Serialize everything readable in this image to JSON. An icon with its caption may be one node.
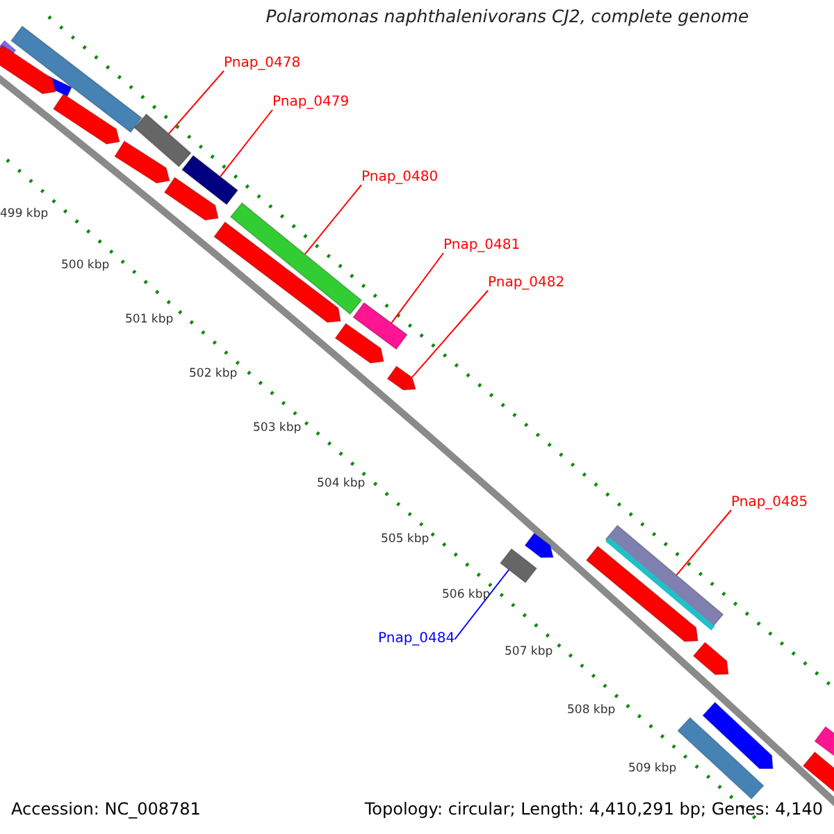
{
  "diagram": {
    "title": "Polaromonas naphthalenivorans CJ2, complete genome",
    "nodes": [
      {
        "text": [
          "Pnap_0478"
        ]
      },
      {
        "text": [],
        "shape": "bar"
      },
      {
        "text": [
          "Pnap_0479"
        ]
      },
      {
        "text": [],
        "shape": "bar"
      },
      {
        "text": [
          "Pnap_0480"
        ]
      },
      {
        "text": [],
        "shape": "bar"
      },
      {
        "text": [
          "Pnap_0481"
        ]
      },
      {
        "text": [],
        "shape": "bar"
      },
      {
        "text": [
          "Pnap_0482"
        ]
      },
      {
        "text": [],
        "shape": "arrow"
      },
      {
        "text": [
          "Pnap_0485"
        ]
      },
      {
        "text": [],
        "shape": "bar"
      },
      {
        "text": [
          "Pnap_0484"
        ]
      },
      {
        "text": [],
        "shape": "box"
      },
      {
        "text": [],
        "shape": "arrow"
      },
      {
        "text": [],
        "shape": "arrow"
      }
    ],
    "edges": [
      {
        "from": 0,
        "to": 1,
        "arrow": "none"
      },
      {
        "from": 2,
        "to": 3,
        "arrow": "none"
      },
      {
        "from": 4,
        "to": 5,
        "arrow": "none"
      },
      {
        "from": 6,
        "to": 7,
        "arrow": "none"
      },
      {
        "from": 8,
        "to": 9,
        "arrow": "none"
      },
      {
        "from": 10,
        "to": 11,
        "arrow": "none"
      },
      {
        "from": 12,
        "to": 13,
        "arrow": "none",
        "color": "#0000ff"
      }
    ],
    "labels": [
      "499 kbp",
      "500 kbp",
      "501 kbp",
      "502 kbp",
      "503 kbp",
      "504 kbp",
      "505 kbp",
      "506 kbp",
      "507 kbp",
      "508 kbp",
      "509 kbp",
      "Accession: NC_008781",
      "Topology: circular; Length: 4,410,291 bp; Genes: 4,140"
    ]
  }
}
